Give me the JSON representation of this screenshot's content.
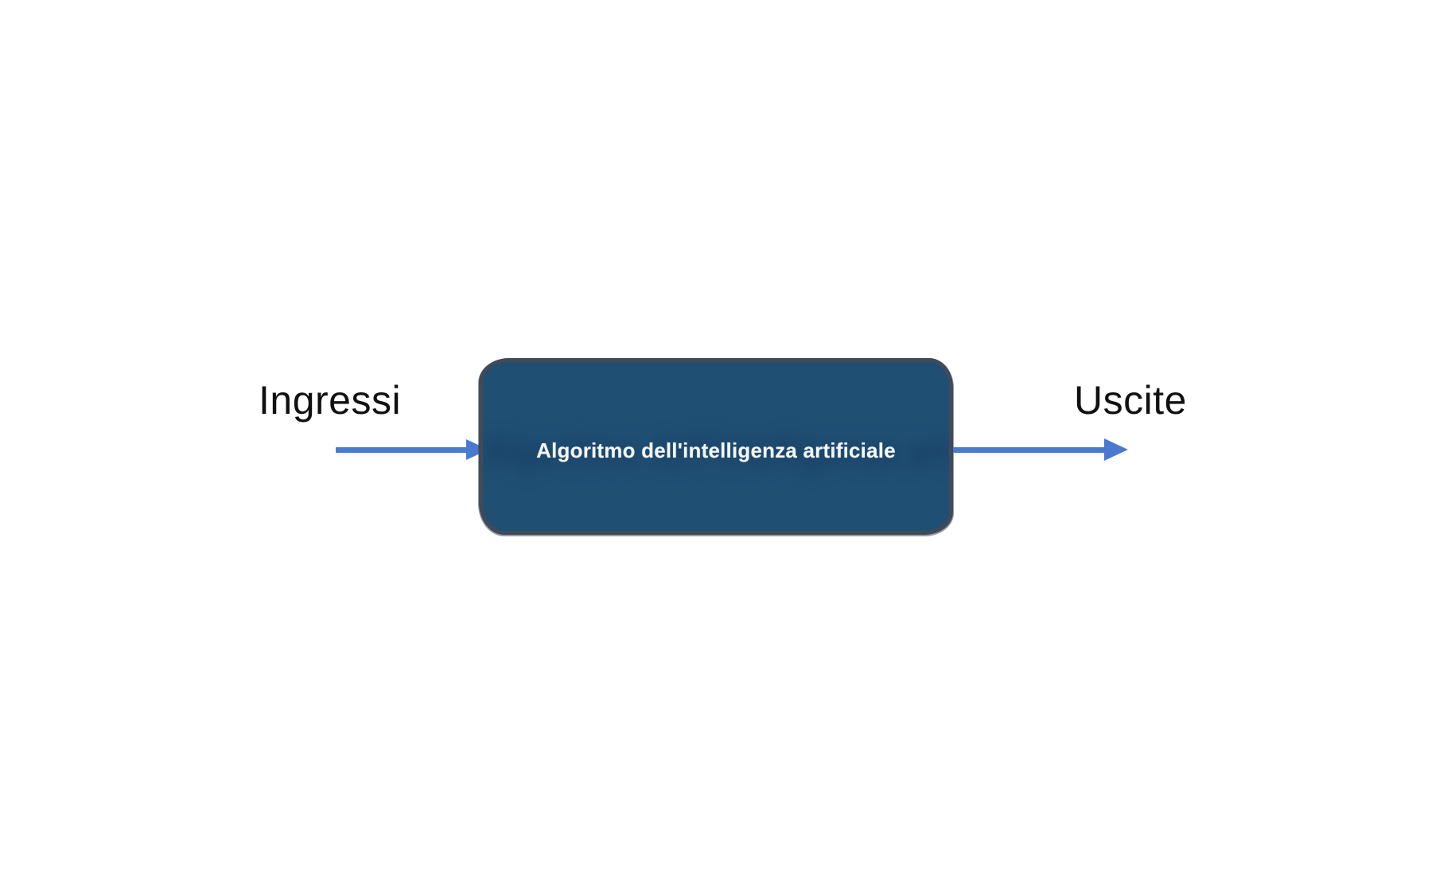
{
  "diagram": {
    "input_label": "Ingressi",
    "output_label": "Uscite",
    "box_label": "Algoritmo dell'intelligenza artificiale"
  },
  "icons": {
    "input_arrow": "right-arrow",
    "output_arrow": "right-arrow"
  },
  "colors": {
    "background": "#ffffff",
    "box-fill": "#204f74",
    "box-border": "#3f4a5a",
    "box-text": "#f4f6f8",
    "box-ghost": "#0d2f52",
    "arrow": "#4a79d0",
    "label-text": "#111111"
  }
}
